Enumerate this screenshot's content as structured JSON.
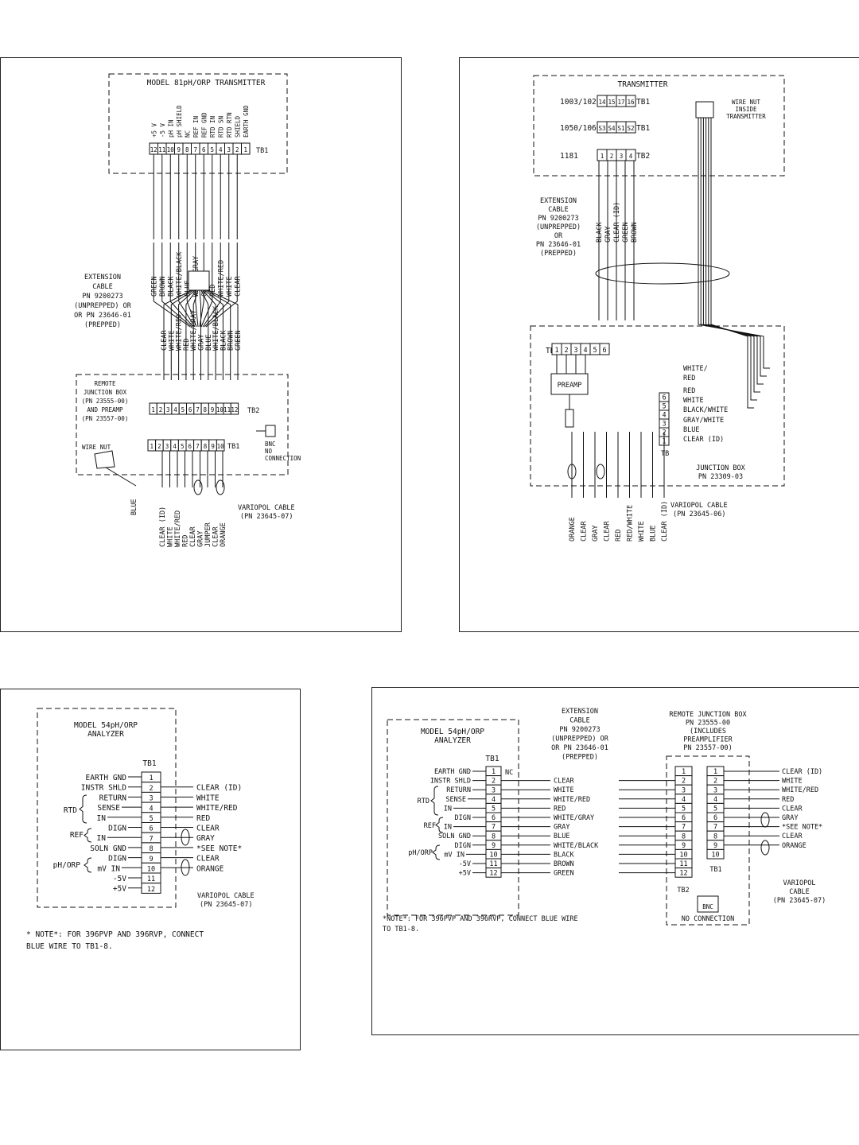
{
  "p1": {
    "title": "MODEL 81pH/ORP TRANSMITTER",
    "tb1_label": "TB1",
    "tb1_terms": [
      "12",
      "11",
      "10",
      "9",
      "8",
      "7",
      "6",
      "5",
      "4",
      "3",
      "2",
      "1"
    ],
    "tb1_signals": [
      "+5 V",
      "-5 V",
      "pH IN",
      "pH SHIELD",
      "NC",
      "REF IN",
      "REF GND",
      "RTD IN",
      "RTD SN",
      "RTD RTN",
      "SHIELD",
      "EARTH GND"
    ],
    "upper_wires": [
      "GREEN",
      "BROWN",
      "BLACK",
      "WHITE/BLACK",
      "BLUE",
      "WHITE/GRAY",
      "GRAY",
      "RED",
      "WHITE/RED",
      "WHITE",
      "CLEAR"
    ],
    "ext_cable": [
      "EXTENSION",
      "CABLE",
      "PN 9200273",
      "(UNPREPPED) OR",
      "OR PN 23646-01",
      "(PREPPED)"
    ],
    "lower_wires": [
      "CLEAR",
      "WHITE",
      "WHITE/RED",
      "RED",
      "WHITE/GRAY",
      "GRAY",
      "BLUE",
      "WHITE/BLACK",
      "BLACK",
      "BROWN",
      "GREEN"
    ],
    "jbox": [
      "REMOTE",
      "JUNCTION BOX",
      "(PN 23555-00)",
      "AND PREAMP",
      "(PN 23557-00)"
    ],
    "tb2_label": "TB2",
    "tb2_terms": [
      "1",
      "2",
      "3",
      "4",
      "5",
      "6",
      "7",
      "8",
      "9",
      "10",
      "11",
      "12"
    ],
    "wire_nut": "WIRE NUT",
    "tb1b_label": "TB1",
    "tb1b_terms": [
      "1",
      "2",
      "3",
      "4",
      "5",
      "6",
      "7",
      "8",
      "9",
      "10"
    ],
    "bnc": [
      "BNC",
      "NO",
      "CONNECTION"
    ],
    "blue": "BLUE",
    "bottom_wires": [
      "CLEAR (ID)",
      "WHITE",
      "WHITE/RED",
      "RED",
      "CLEAR",
      "GRAY",
      "JUMPER",
      "CLEAR",
      "ORANGE"
    ],
    "variopol": [
      "VARIOPOL CABLE",
      "(PN 23645-07)"
    ]
  },
  "p2": {
    "title": "TRANSMITTER",
    "row1": {
      "model": "1003/1023",
      "terms": [
        "14",
        "15",
        "17",
        "16"
      ],
      "tb": "TB1"
    },
    "row2": {
      "model": "1050/1060",
      "terms": [
        "S3",
        "S4",
        "S1",
        "S2"
      ],
      "tb": "TB1"
    },
    "row3": {
      "model": "1181",
      "terms": [
        "1",
        "2",
        "3",
        "4"
      ],
      "tb": "TB2"
    },
    "wire_nut": [
      "WIRE NUT",
      "INSIDE",
      "TRANSMITTER"
    ],
    "ext_wires": [
      "BLACK",
      "GRAY",
      "CLEAR (ID)",
      "GREEN",
      "BROWN"
    ],
    "ext_cable": [
      "EXTENSION",
      "CABLE",
      "PN 9200273",
      "(UNPREPPED)",
      "OR",
      "PN 23646-01",
      "(PREPPED)"
    ],
    "tb_label": "TB",
    "tb_terms": [
      "1",
      "2",
      "3",
      "4",
      "5",
      "6"
    ],
    "preamp": "PREAMP",
    "right_wires": [
      "WHITE/",
      "RED",
      "RED",
      "WHITE",
      "BLACK/WHITE",
      "GRAY/WHITE",
      "BLUE",
      "CLEAR (ID)"
    ],
    "tb_right_terms": [
      "6",
      "5",
      "4",
      "3",
      "2",
      "1"
    ],
    "tb_right_label": "TB",
    "jbox": [
      "JUNCTION BOX",
      "PN 23309-03"
    ],
    "bottom_wires": [
      "ORANGE",
      "CLEAR",
      "GRAY",
      "CLEAR",
      "RED",
      "RED/WHITE",
      "WHITE",
      "BLUE",
      "CLEAR (ID)"
    ],
    "variopol": [
      "VARIOPOL CABLE",
      "(PN 23645-06)"
    ]
  },
  "p3": {
    "title": [
      "MODEL 54pH/ORP",
      "ANALYZER"
    ],
    "tb1_label": "TB1",
    "terms": [
      "1",
      "2",
      "3",
      "4",
      "5",
      "6",
      "7",
      "8",
      "9",
      "10",
      "11",
      "12"
    ],
    "left_labels": [
      "EARTH GND",
      "INSTR SHLD",
      "RETURN",
      "SENSE",
      "IN",
      "DIGN",
      "IN",
      "SOLN GND",
      "DIGN",
      "mV IN",
      "-5V",
      "+5V"
    ],
    "groups": [
      "RTD",
      "REF",
      "pH/ORP"
    ],
    "right_wires": [
      "CLEAR (ID)",
      "WHITE",
      "WHITE/RED",
      "RED",
      "CLEAR",
      "GRAY",
      "*SEE NOTE*",
      "CLEAR",
      "ORANGE"
    ],
    "variopol": [
      "VARIOPOL CABLE",
      "(PN 23645-07)"
    ],
    "note": [
      "* NOTE*: FOR 396PVP AND 396RVP, CONNECT",
      "BLUE WIRE TO TB1-8."
    ]
  },
  "p4": {
    "title": [
      "MODEL 54pH/ORP",
      "ANALYZER"
    ],
    "tb1_label": "TB1",
    "nc": "NC",
    "terms": [
      "1",
      "2",
      "3",
      "4",
      "5",
      "6",
      "7",
      "8",
      "9",
      "10",
      "11",
      "12"
    ],
    "left_labels": [
      "EARTH GND",
      "INSTR SHLD",
      "RETURN",
      "SENSE",
      "IN",
      "DIGN",
      "IN",
      "SOLN GND",
      "DIGN",
      "mV IN",
      "-5V",
      "+5V"
    ],
    "groups": [
      "RTD",
      "REF",
      "pH/ORP"
    ],
    "ext_cable": [
      "EXTENSION",
      "CABLE",
      "PN 9200273",
      "(UNPREPPED) OR",
      "OR PN 23646-01",
      "(PREPPED)"
    ],
    "ext_wires": [
      "CLEAR",
      "WHITE",
      "WHITE/RED",
      "RED",
      "WHITE/GRAY",
      "GRAY",
      "BLUE",
      "WHITE/BLACK",
      "BLACK",
      "BROWN",
      "GREEN"
    ],
    "rjb": [
      "REMOTE JUNCTION BOX",
      "PN 23555-00",
      "(INCLUDES",
      "PREAMPLIFIER",
      "PN 23557-00)"
    ],
    "tb2_label": "TB2",
    "tb1b_label": "TB1",
    "tb1b_terms": [
      "1",
      "2",
      "3",
      "4",
      "5",
      "6",
      "7",
      "8",
      "9",
      "10"
    ],
    "right_wires": [
      "CLEAR (ID)",
      "WHITE",
      "WHITE/RED",
      "RED",
      "CLEAR",
      "GRAY",
      "*SEE NOTE*",
      "CLEAR",
      "ORANGE"
    ],
    "bnc": "BNC",
    "no_conn": "NO CONNECTION",
    "variopol": [
      "VARIOPOL",
      "CABLE",
      "(PN 23645-07)"
    ],
    "note": [
      "*NOTE*: FOR 396PVP AND 396RVP, CONNECT BLUE WIRE",
      "TO TB1-8."
    ]
  }
}
